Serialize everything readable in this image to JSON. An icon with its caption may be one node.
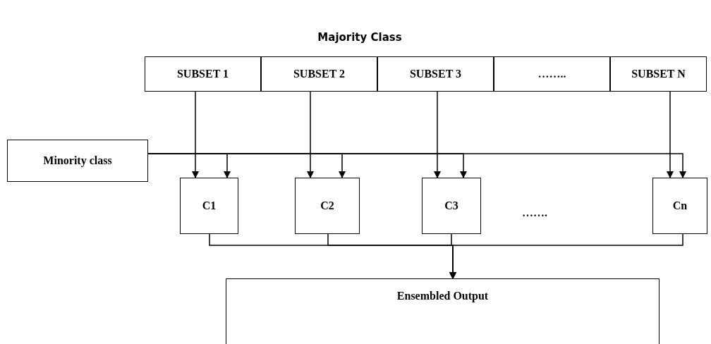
{
  "diagram": {
    "title": "Majority Class",
    "nodes": [
      {
        "text": [
          "SUBSET 1"
        ]
      },
      {
        "text": [
          "SUBSET 2"
        ]
      },
      {
        "text": [
          "SUBSET 3"
        ]
      },
      {
        "text": [
          "…….."
        ]
      },
      {
        "text": [
          "SUBSET N"
        ]
      },
      {
        "text": [
          "Minority class"
        ]
      },
      {
        "text": [
          "C1"
        ]
      },
      {
        "text": [
          "C2"
        ]
      },
      {
        "text": [
          "C3"
        ]
      },
      {
        "text": [
          "Cn"
        ]
      },
      {
        "text": [
          "Ensembled Output"
        ]
      }
    ],
    "edges": [
      {
        "from": 0,
        "to": 6,
        "arrow": "to"
      },
      {
        "from": 1,
        "to": 7,
        "arrow": "to"
      },
      {
        "from": 2,
        "to": 8,
        "arrow": "to"
      },
      {
        "from": 4,
        "to": 9,
        "arrow": "to"
      },
      {
        "from": 5,
        "to": 6,
        "arrow": "to"
      },
      {
        "from": 5,
        "to": 7,
        "arrow": "to"
      },
      {
        "from": 5,
        "to": 8,
        "arrow": "to"
      },
      {
        "from": 5,
        "to": 9,
        "arrow": "to"
      },
      {
        "from": 6,
        "to": 10,
        "arrow": "to"
      },
      {
        "from": 7,
        "to": 10,
        "arrow": "to"
      },
      {
        "from": 8,
        "to": 10,
        "arrow": "to"
      },
      {
        "from": 9,
        "to": 10,
        "arrow": "to"
      }
    ],
    "labels": [
      "……."
    ]
  }
}
